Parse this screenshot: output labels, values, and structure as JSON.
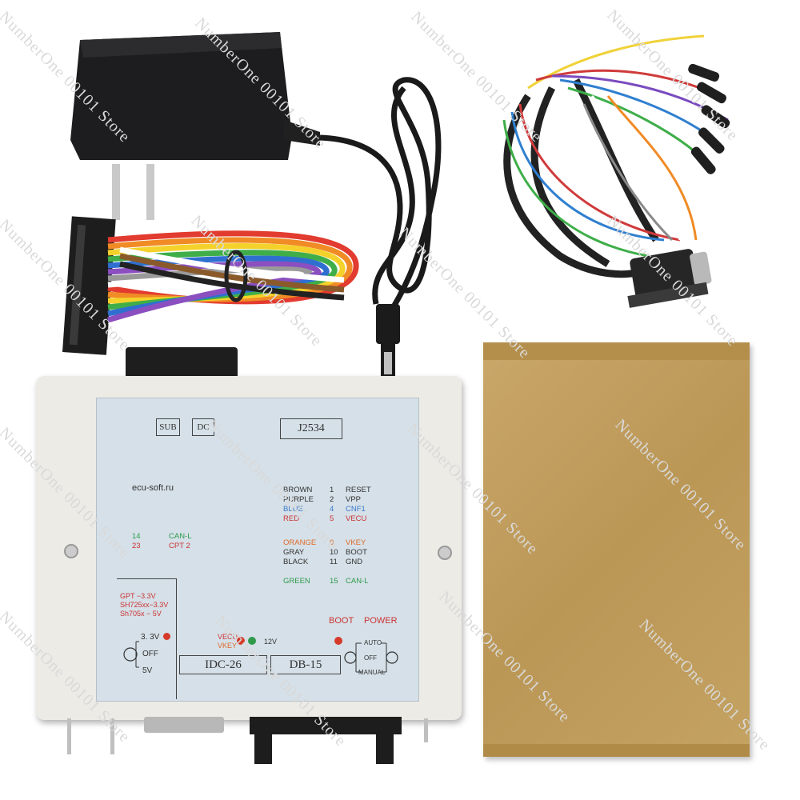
{
  "watermark": "NumberOne 00101 Store",
  "panel": {
    "sub": "SUB",
    "dc": "DC",
    "title": "J2534",
    "site": "ecu-soft.ru",
    "pinout": [
      {
        "color_name": "BROWN",
        "pin": "1",
        "signal": "RESET",
        "tone": "#333333"
      },
      {
        "color_name": "PURPLE",
        "pin": "2",
        "signal": "VPP",
        "tone": "#333333"
      },
      {
        "color_name": "BLUE",
        "pin": "4",
        "signal": "CNF1",
        "tone": "#3a78c9"
      },
      {
        "color_name": "RED",
        "pin": "5",
        "signal": "VECU",
        "tone": "#cc3333"
      },
      {
        "color_name": "ORANGE",
        "pin": "9",
        "signal": "VKEY",
        "tone": "#e06a2a"
      },
      {
        "color_name": "GRAY",
        "pin": "10",
        "signal": "BOOT",
        "tone": "#333333"
      },
      {
        "color_name": "BLACK",
        "pin": "11",
        "signal": "GND",
        "tone": "#333333"
      },
      {
        "color_name": "GREEN",
        "pin": "15",
        "signal": "CAN-L",
        "tone": "#2f9a4a"
      }
    ],
    "can_rows": [
      {
        "pin": "14",
        "signal": "CAN-L",
        "tone": "#2f9a4a"
      },
      {
        "pin": "23",
        "signal": "CPT 2",
        "tone": "#cc3333"
      }
    ],
    "voltage_notes": [
      "GPT  −3.3V",
      "SH725xx−3.3V",
      "Sh705x  − 5V"
    ],
    "switch1": {
      "top": "3. 3V",
      "mid": "OFF",
      "bottom": "5V"
    },
    "leds": {
      "vecu": "VECU",
      "vkey": "VKEY",
      "v12": "12V",
      "boot": "BOOT",
      "power": "POWER"
    },
    "switch2": {
      "top": "AUTO",
      "mid": "OFF",
      "bottom": "MANUAL"
    },
    "connectors": {
      "idc": "IDC-26",
      "db": "DB-15"
    }
  }
}
